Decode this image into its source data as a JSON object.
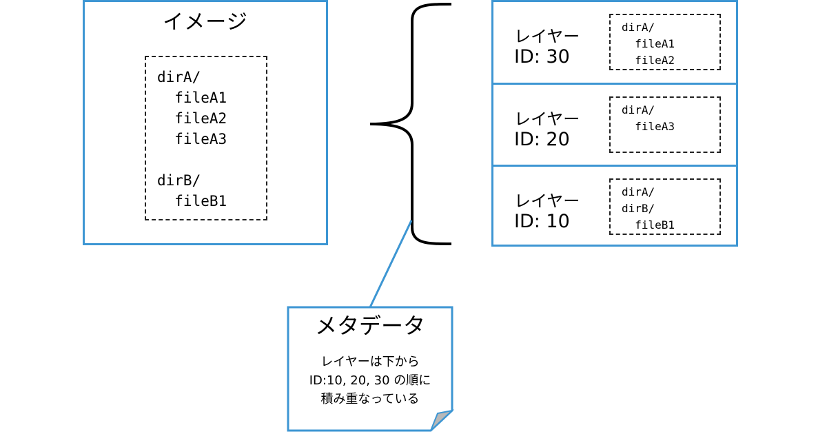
{
  "image": {
    "title": "イメージ",
    "files": "dirA/\n  fileA1\n  fileA2\n  fileA3\n\ndirB/\n  fileB1"
  },
  "layers": [
    {
      "name": "レイヤー",
      "id": "ID: 30",
      "files": "dirA/\n  fileA1\n  fileA2"
    },
    {
      "name": "レイヤー",
      "id": "ID: 20",
      "files": "dirA/\n  fileA3"
    },
    {
      "name": "レイヤー",
      "id": "ID: 10",
      "files": "dirA/\ndirB/\n  fileB1"
    }
  ],
  "metadata": {
    "title": "メタデータ",
    "line1": "レイヤーは下から",
    "line2": "ID:10, 20, 30 の順に",
    "line3": "積み重なっている"
  },
  "colors": {
    "accent": "#3d96d3",
    "fold": "#b8b8b8"
  }
}
